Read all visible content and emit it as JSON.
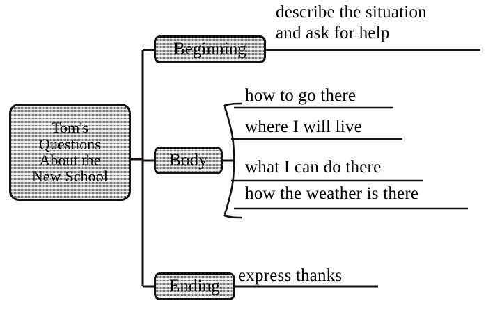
{
  "diagram": {
    "type": "mind-map",
    "title": "Tom's Questions About the New School",
    "root": {
      "label": "Tom's\nQuestions\nAbout the\nNew School"
    },
    "branches": [
      {
        "label": "Beginning",
        "leaves": [
          {
            "text": "describe the situation\nand ask  for help"
          }
        ]
      },
      {
        "label": "Body",
        "leaves": [
          {
            "text": "how to go there"
          },
          {
            "text": "where I will live"
          },
          {
            "text": "what I can do there"
          },
          {
            "text": "how the weather is there"
          }
        ]
      },
      {
        "label": "Ending",
        "leaves": [
          {
            "text": "express thanks"
          }
        ]
      }
    ],
    "colors": {
      "node_fill": "#b9b9b9",
      "node_border": "#15110f",
      "connector": "#15110f",
      "text": "#000000",
      "background": "#ffffff"
    }
  }
}
